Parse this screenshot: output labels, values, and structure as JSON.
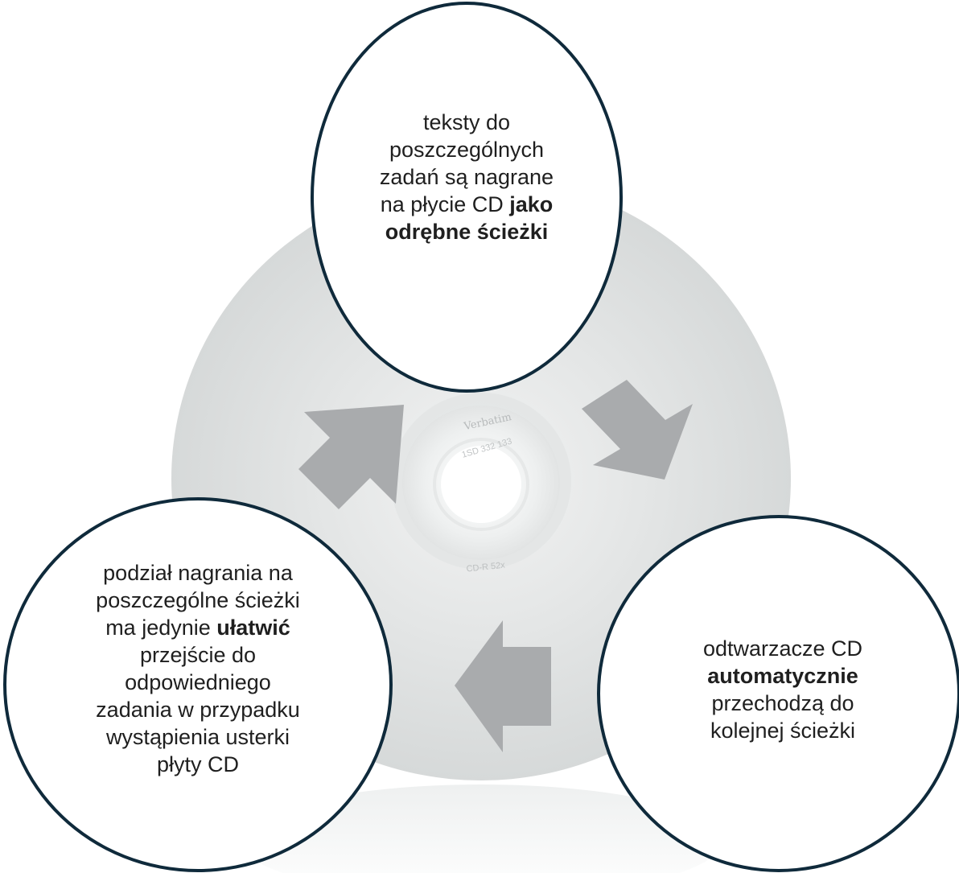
{
  "disc": {
    "brand_text": "Verbatim",
    "code_text": "1SD 332 133",
    "format_text": "CD-R 52x",
    "body_color": "#e4e6e6",
    "hub_color": "#eceeee",
    "center_color": "#ffffff"
  },
  "arrows": {
    "color": "#a9abad",
    "items": [
      {
        "name": "arrow-up-right",
        "direction": "up-right"
      },
      {
        "name": "arrow-down-right",
        "direction": "down-right"
      },
      {
        "name": "arrow-left",
        "direction": "left"
      }
    ]
  },
  "nodes": {
    "top": {
      "p1": "teksty do poszczególnych zadań są nagrane na płycie CD ",
      "b1": "jako odrębne ścieżki"
    },
    "right": {
      "p1": "odtwarzacze CD ",
      "b1": "automatycznie",
      "p2": " przechodzą do kolejnej ścieżki"
    },
    "left": {
      "p1": "podział nagrania na poszczególne ścieżki ma jedynie ",
      "b1": "ułatwić",
      "p2": " przejście do odpowiedniego zadania w przypadku wystąpienia usterki płyty CD"
    }
  },
  "colors": {
    "circle_border": "#0f2a3b",
    "text": "#1f1f1f"
  }
}
